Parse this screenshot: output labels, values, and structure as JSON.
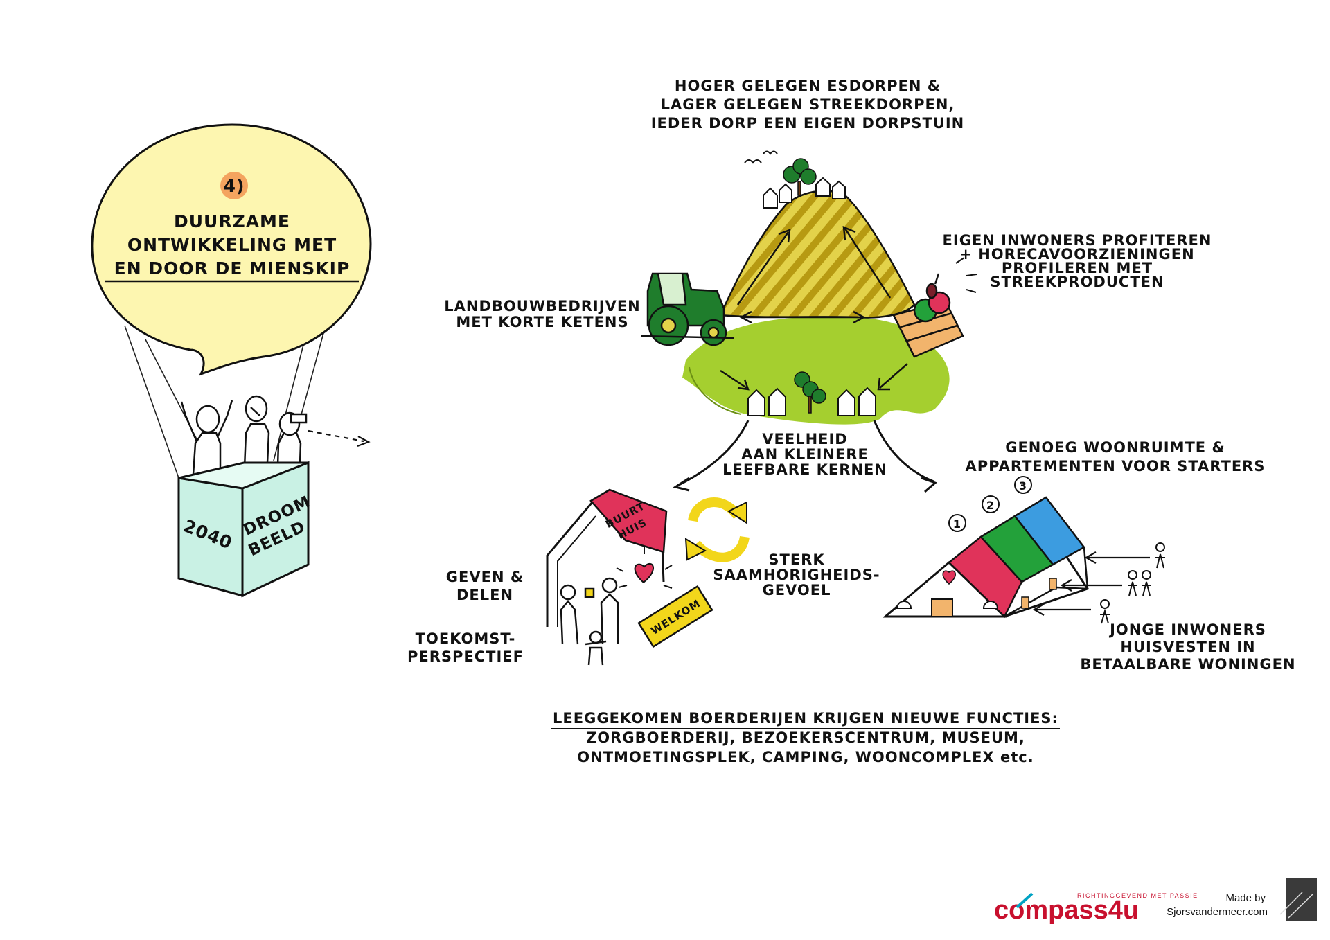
{
  "balloon": {
    "number": "4)",
    "title_lines": [
      "DUURZAME",
      "ONTWIKKELING MET",
      "EN DOOR DE MIENSKIP"
    ],
    "basket_left": "2040",
    "basket_right_lines": [
      "DROOM",
      "BEELD"
    ]
  },
  "labels": {
    "hill_top": [
      "HOGER GELEGEN ESDORPEN &",
      "LAGER GELEGEN STREEKDORPEN,",
      "IEDER DORP EEN EIGEN DORPSTUIN"
    ],
    "residents": [
      "EIGEN INWONERS PROFITEREN",
      "+ HORECAVOORZIENINGEN",
      "PROFILEREN MET",
      "STREEKPRODUCTEN"
    ],
    "farms": [
      "LANDBOUWBEDRIJVEN",
      "MET KORTE KETENS"
    ],
    "variety": [
      "VEELHEID",
      "AAN KLEINERE",
      "LEEFBARE KERNEN"
    ],
    "housing": [
      "GENOEG WOONRUIMTE &",
      "APPARTEMENTEN VOOR STARTERS"
    ],
    "give": [
      "GEVEN &",
      "DELEN"
    ],
    "future": [
      "TOEKOMST-",
      "PERSPECTIEF"
    ],
    "cohesion": [
      "STERK",
      "SAAMHORIGHEIDS-",
      "GEVOEL"
    ],
    "young": [
      "JONGE INWONERS",
      "HUISVESTEN IN",
      "BETAALBARE WONINGEN"
    ],
    "farms_new": [
      "LEEGGEKOMEN BOERDERIJEN KRIJGEN NIEUWE FUNCTIES:",
      "ZORGBOERDERIJ, BEZOEKERSCENTRUM, MUSEUM,",
      "ONTMOETINGSPLEK, CAMPING, WOONCOMPLEX etc."
    ]
  },
  "buurthuis": {
    "roof_lines": [
      "BUURT",
      "HUIS"
    ],
    "mat": "WELKOM"
  },
  "apartment_numbers": [
    "1",
    "2",
    "3"
  ],
  "logos": {
    "compass_tagline": "RICHTINGGEVEND MET PASSIE",
    "compass_name": "compass4u",
    "made_by": "Made by",
    "site": "Sjorsvandermeer.com"
  },
  "colors": {
    "balloon_fill": "#fdf6b0",
    "number_badge": "#f4a45f",
    "basket": "#c9f1e4",
    "hill_yellow": "#d7c12b",
    "grass": "#a5cf2f",
    "tractor": "#1f7d2c",
    "roof_red": "#e0335a",
    "roof_green": "#23a13a",
    "roof_blue": "#3c9ce0",
    "mat": "#f2d61b",
    "logo_red": "#c8102e",
    "logo_blue": "#00a3c4"
  }
}
